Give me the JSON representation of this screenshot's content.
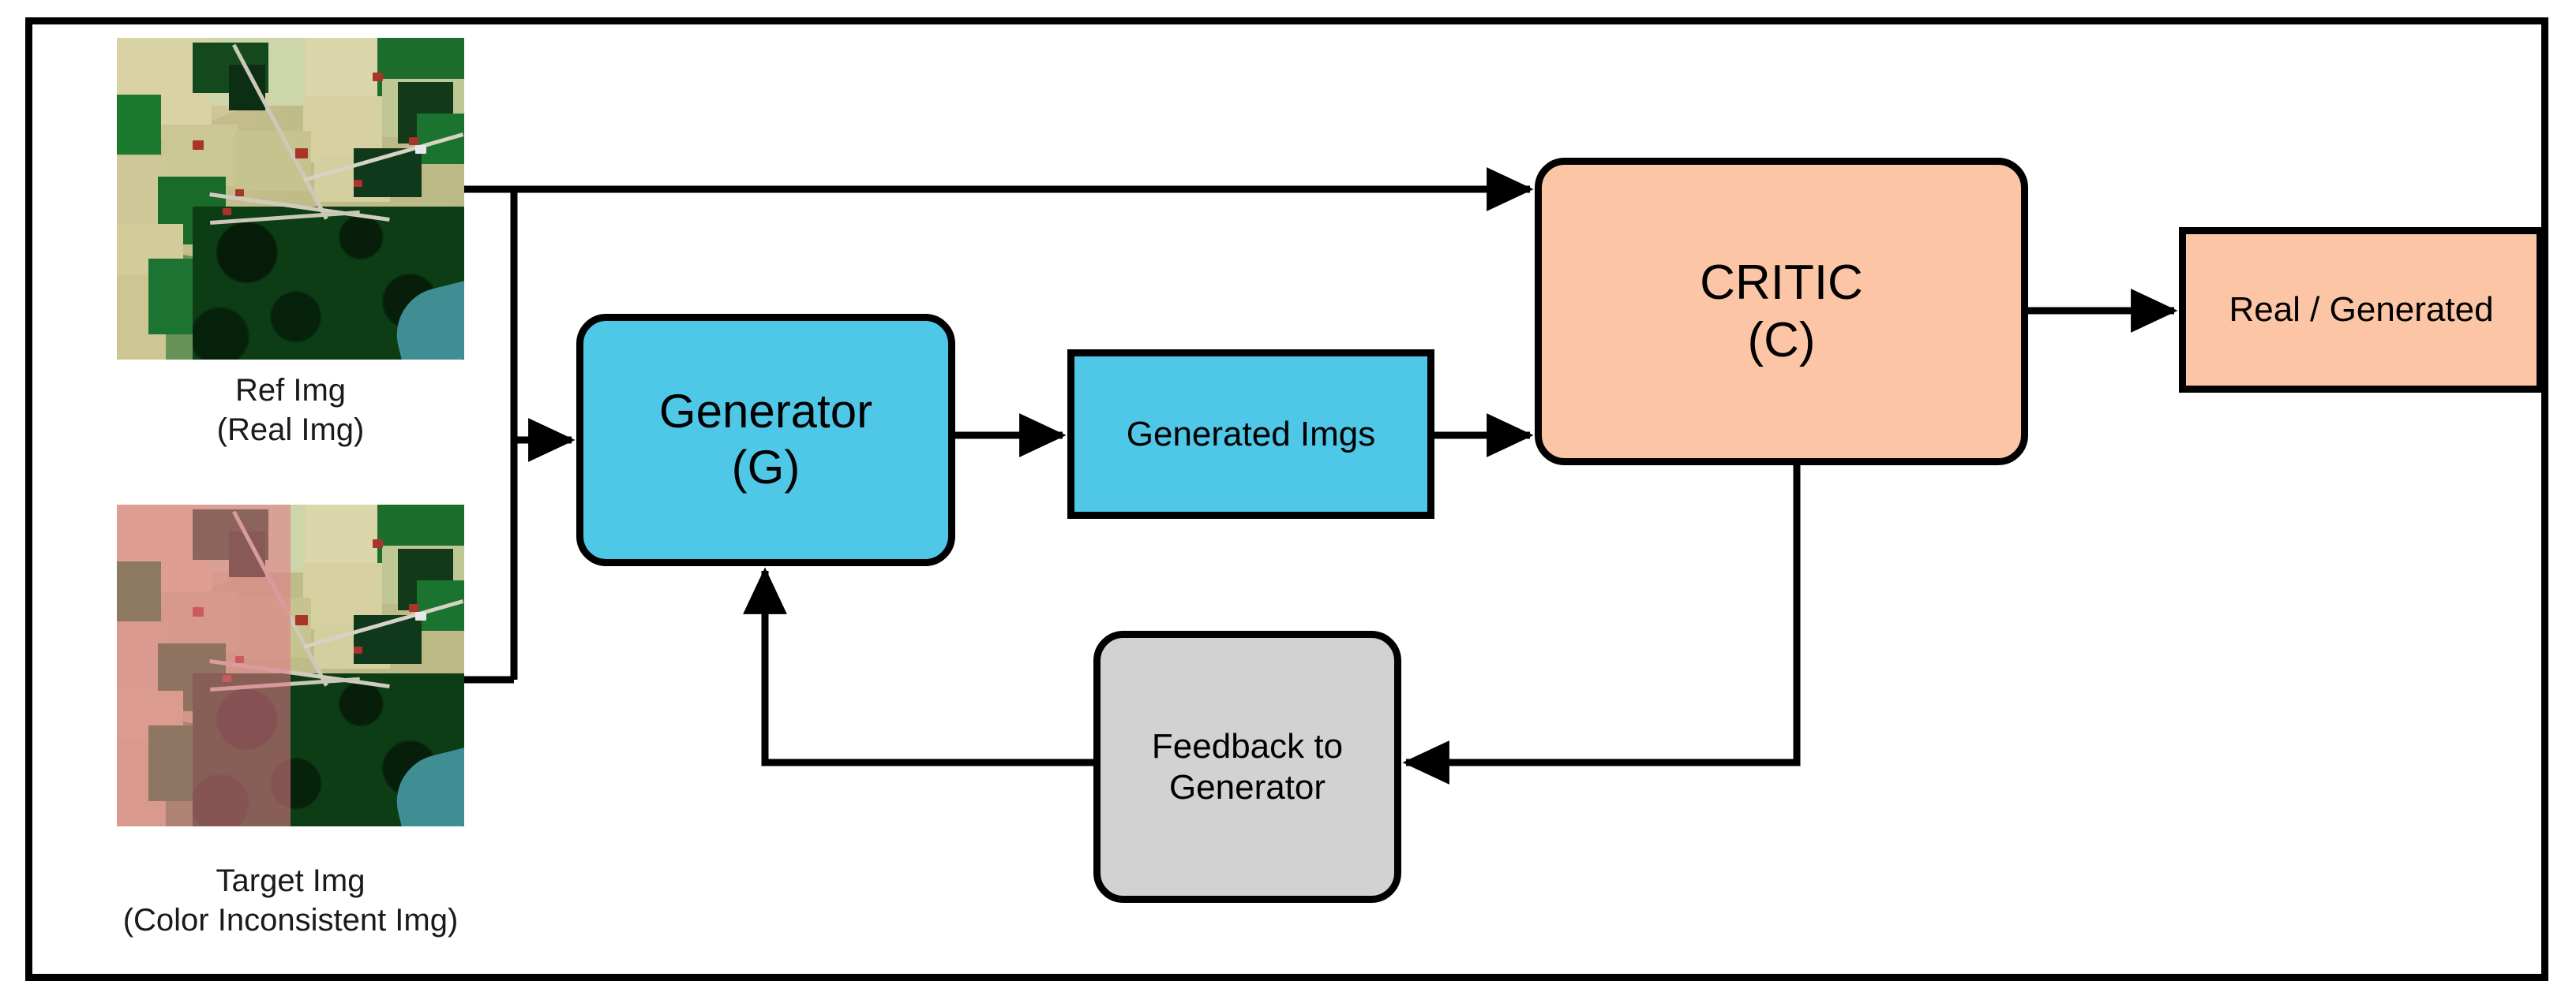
{
  "diagram": {
    "title": "GAN architecture for color consistency correction",
    "type": "flowchart",
    "colors": {
      "cyan": "#4fc8e8",
      "peach": "#fcc5a5",
      "gray": "#d2d2d2",
      "stroke": "#000000",
      "background": "#ffffff"
    }
  },
  "inputs": {
    "ref": {
      "caption_line1": "Ref Img",
      "caption_line2": "(Real Img)",
      "description": "aerial satellite image of patchwork farmland with forest and river"
    },
    "target": {
      "caption_line1": "Target Img",
      "caption_line2": "(Color Inconsistent Img)",
      "description": "same aerial scene with a pink color cast over the left half"
    }
  },
  "nodes": {
    "generator": {
      "line1": "Generator",
      "line2": "(G)",
      "fill": "#4fc8e8",
      "shape": "rounded"
    },
    "generated_imgs": {
      "line1": "Generated Imgs",
      "fill": "#4fc8e8",
      "shape": "rect"
    },
    "critic": {
      "line1": "CRITIC",
      "line2": "(C)",
      "fill": "#fcc5a5",
      "shape": "rounded"
    },
    "real_generated": {
      "line1": "Real / Generated",
      "fill": "#fcc5a5",
      "shape": "rect"
    },
    "feedback": {
      "line1": "Feedback to",
      "line2": "Generator",
      "fill": "#d2d2d2",
      "shape": "rounded"
    }
  },
  "edges": [
    {
      "id": "ref-to-critic",
      "from": "Ref Img",
      "to": "CRITIC (C)",
      "arrow": true
    },
    {
      "id": "inputs-to-generator",
      "from": "Ref Img + Target Img",
      "to": "Generator (G)",
      "arrow": true
    },
    {
      "id": "generator-to-generated",
      "from": "Generator (G)",
      "to": "Generated Imgs",
      "arrow": true
    },
    {
      "id": "generated-to-critic",
      "from": "Generated Imgs",
      "to": "CRITIC (C)",
      "arrow": true
    },
    {
      "id": "critic-to-output",
      "from": "CRITIC (C)",
      "to": "Real / Generated",
      "arrow": true
    },
    {
      "id": "critic-to-feedback",
      "from": "CRITIC (C)",
      "to": "Feedback to Generator",
      "arrow": true
    },
    {
      "id": "feedback-to-generator",
      "from": "Feedback to Generator",
      "to": "Generator (G)",
      "arrow": true
    }
  ]
}
